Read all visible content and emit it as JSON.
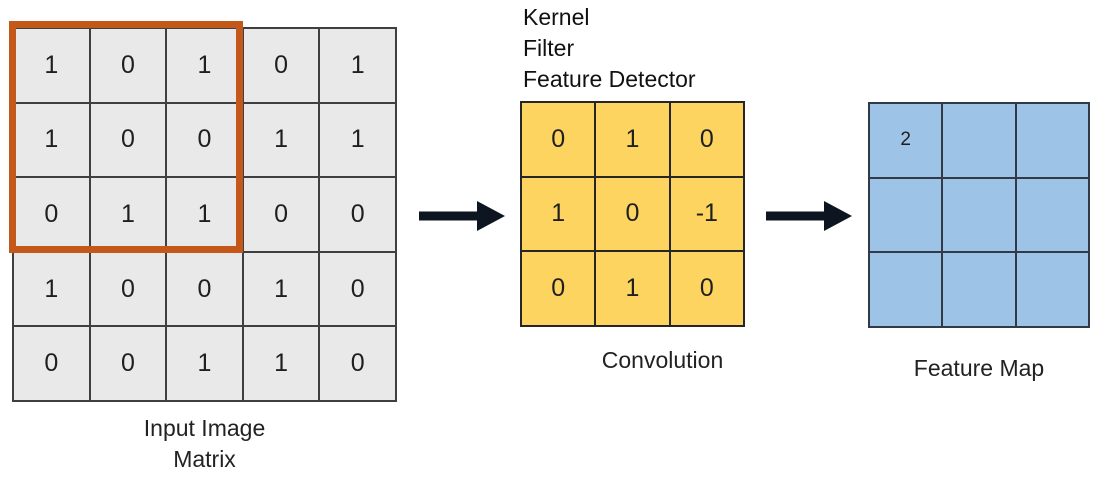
{
  "input_matrix": {
    "caption_lines": [
      "Input Image",
      "Matrix"
    ],
    "values": [
      [
        1,
        0,
        1,
        0,
        1
      ],
      [
        1,
        0,
        0,
        1,
        1
      ],
      [
        0,
        1,
        1,
        0,
        0
      ],
      [
        1,
        0,
        0,
        1,
        0
      ],
      [
        0,
        0,
        1,
        1,
        0
      ]
    ],
    "cell_color": "#e9e9e9",
    "highlight_color": "#c4571a",
    "highlight_region": "top-left 3x3 window"
  },
  "kernel": {
    "title_lines": [
      "Kernel",
      "Filter",
      "Feature Detector"
    ],
    "caption": "Convolution",
    "values": [
      [
        0,
        1,
        0
      ],
      [
        1,
        0,
        -1
      ],
      [
        0,
        1,
        0
      ]
    ],
    "cell_color": "#fcd45f"
  },
  "feature_map": {
    "caption": "Feature Map",
    "values": [
      [
        "2",
        "",
        ""
      ],
      [
        "",
        "",
        ""
      ],
      [
        "",
        "",
        ""
      ]
    ],
    "cell_color": "#9dc3e6"
  },
  "arrows": {
    "direction": "right",
    "color": "#0d1520"
  }
}
